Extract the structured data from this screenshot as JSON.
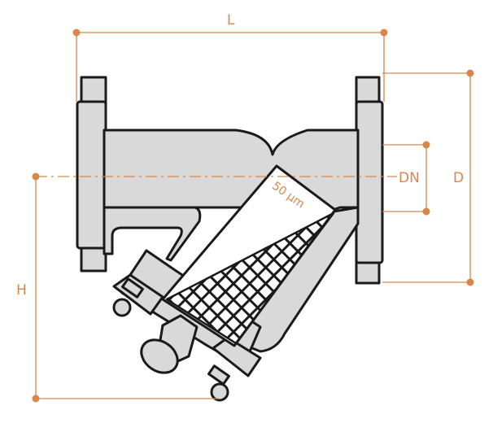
{
  "colors": {
    "accent": "#d9864b",
    "body_fill": "#d9d9d9",
    "outline": "#1a1a1a",
    "background": "#ffffff"
  },
  "dimensions": {
    "length": "L",
    "diameter": "D",
    "nominal_diameter": "DN",
    "height": "H"
  },
  "filter": {
    "mesh_label": "50 µm"
  }
}
